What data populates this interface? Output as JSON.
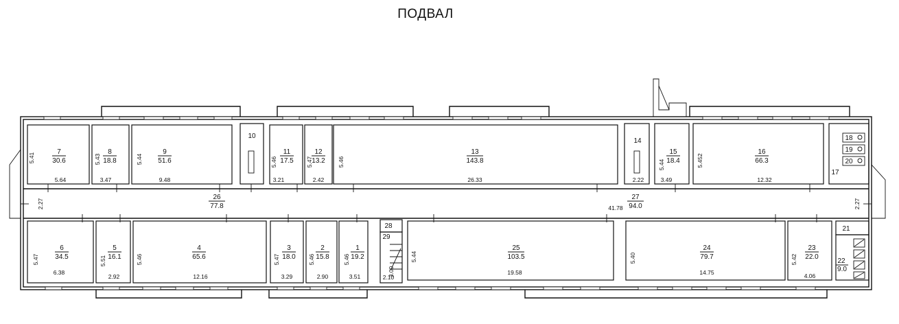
{
  "title": "ПОДВАЛ",
  "rooms": [
    {
      "id": "7",
      "num": "7",
      "area": "30.6"
    },
    {
      "id": "8",
      "num": "8",
      "area": "18.8"
    },
    {
      "id": "9",
      "num": "9",
      "area": "51.6"
    },
    {
      "id": "10",
      "num": "10",
      "area": ""
    },
    {
      "id": "11",
      "num": "11",
      "area": "17.5"
    },
    {
      "id": "12",
      "num": "12",
      "area": "13.2"
    },
    {
      "id": "13",
      "num": "13",
      "area": "143.8"
    },
    {
      "id": "14",
      "num": "14",
      "area": ""
    },
    {
      "id": "15",
      "num": "15",
      "area": "18.4"
    },
    {
      "id": "16",
      "num": "16",
      "area": "66.3"
    },
    {
      "id": "17",
      "num": "17",
      "area": ""
    },
    {
      "id": "18",
      "num": "18",
      "area": ""
    },
    {
      "id": "19",
      "num": "19",
      "area": ""
    },
    {
      "id": "20",
      "num": "20",
      "area": ""
    },
    {
      "id": "26",
      "num": "26",
      "area": "77.8"
    },
    {
      "id": "27",
      "num": "27",
      "area": "94.0"
    },
    {
      "id": "6",
      "num": "6",
      "area": "34.5"
    },
    {
      "id": "5",
      "num": "5",
      "area": "16.1"
    },
    {
      "id": "4",
      "num": "4",
      "area": "65.6"
    },
    {
      "id": "3",
      "num": "3",
      "area": "18.0"
    },
    {
      "id": "2",
      "num": "2",
      "area": "15.8"
    },
    {
      "id": "1",
      "num": "1",
      "area": "19.2"
    },
    {
      "id": "28",
      "num": "28",
      "area": ""
    },
    {
      "id": "29",
      "num": "29",
      "area": ""
    },
    {
      "id": "25",
      "num": "25",
      "area": "103.5"
    },
    {
      "id": "24",
      "num": "24",
      "area": "79.7"
    },
    {
      "id": "23",
      "num": "23",
      "area": "22.0"
    },
    {
      "id": "21",
      "num": "21",
      "area": ""
    },
    {
      "id": "22",
      "num": "22",
      "area": "9.0"
    }
  ],
  "dimensions": [
    "5.41",
    "5.64",
    "5.43",
    "3.47",
    "5.44",
    "9.48",
    "5.46",
    "3.21",
    "5.47",
    "2.42",
    "5.46",
    "26.33",
    "2.22",
    "5.44",
    "3.49",
    "5.452",
    "12.32",
    "2.27",
    "41.78",
    "2.27",
    "5.47",
    "6.38",
    "5.51",
    "2.92",
    "5.46",
    "12.16",
    "5.47",
    "3.29",
    "5.46",
    "2.90",
    "5.46",
    "3.51",
    "3.00",
    "2.10",
    "5.44",
    "19.58",
    "5.40",
    "14.75",
    "5.42",
    "4.06"
  ]
}
